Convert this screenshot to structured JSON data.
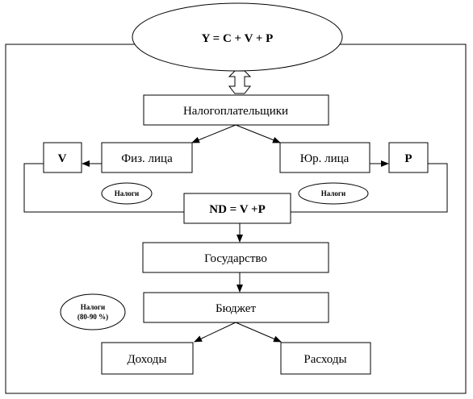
{
  "formula_top": "Y = C + V + P",
  "nodes": {
    "taxpayers": "Налогоплательщики",
    "individuals": "Физ. лица",
    "legal_entities": "Юр. лица",
    "v_box": "V",
    "p_box": "P",
    "nd_formula": "ND = V +P",
    "state": "Государство",
    "budget": "Бюджет",
    "revenues": "Доходы",
    "expenses": "Расходы"
  },
  "labels": {
    "taxes_left": "Налоги",
    "taxes_right": "Налоги",
    "taxes_share_line1": "Налоги",
    "taxes_share_line2": "(80-90 %)"
  },
  "colors": {
    "stroke": "#000000",
    "background": "#ffffff",
    "text": "#000000"
  }
}
